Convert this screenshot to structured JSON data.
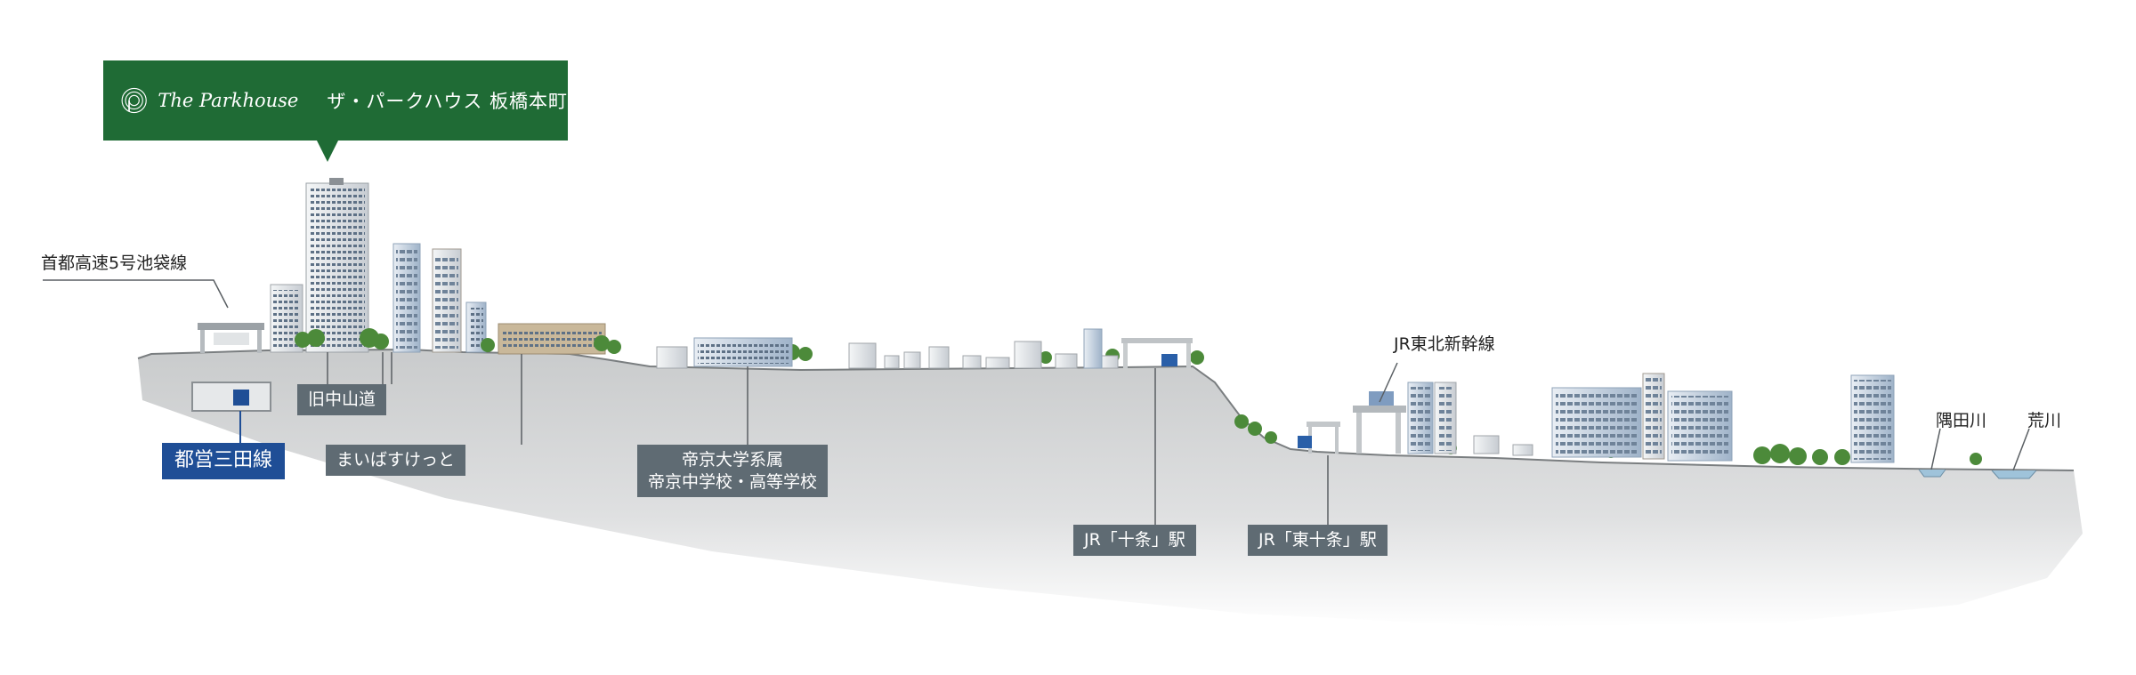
{
  "banner": {
    "brand_en": "The Parkhouse",
    "brand_ja": "ザ・パークハウス 板橋本町",
    "color": "#1f6b35"
  },
  "labels": {
    "expressway": "首都高速5号池袋線",
    "toei_line": "都営三田線",
    "old_road": "旧中山道",
    "shopping_street": "まいばすけっと",
    "school_line1": "帝京大学系属",
    "school_line2": "帝京中学校・高等学校",
    "jr_jujo": "JR「十条」駅",
    "jr_higashi_jujo": "JR「東十条」駅",
    "shinkansen": "JR東北新幹線",
    "shakujii_river": "隅田川",
    "arakawa": "荒川"
  },
  "colors": {
    "label_bg": "#5f6b73",
    "accent_blue": "#1f4e96",
    "ground": "#cfd1d2"
  }
}
